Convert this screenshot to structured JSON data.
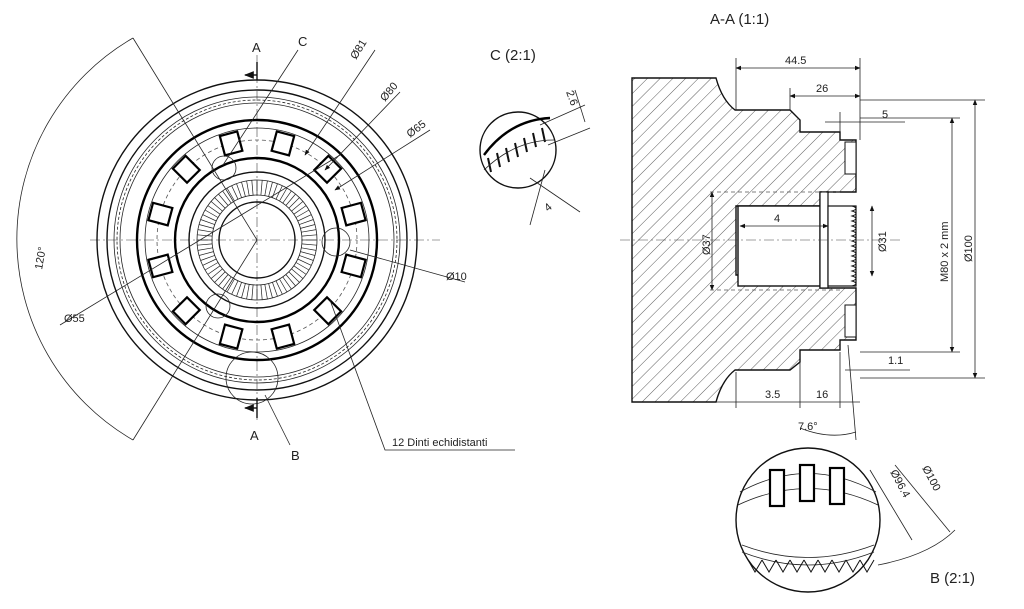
{
  "front_view": {
    "section_mark_a_top": "A",
    "section_mark_a_bottom": "A",
    "detail_mark_c": "C",
    "detail_mark_b": "B",
    "dia_81": "Ø81",
    "dia_80": "Ø80",
    "dia_65": "Ø65",
    "dia_55": "Ø55",
    "dia_10": "Ø10",
    "angle_120": "120°",
    "teeth_note": "12 Dinti echidistanti"
  },
  "detail_c": {
    "title": "C (2:1)",
    "dim_2_6": "2.6",
    "dim_4": "4"
  },
  "section_aa": {
    "title": "A-A (1:1)",
    "dim_44_5": "44.5",
    "dim_26": "26",
    "dim_5": "5",
    "dim_4": "4",
    "dia_37": "Ø37",
    "dia_31": "Ø31",
    "thread": "M80 x 2 mm",
    "dia_100": "Ø100",
    "dim_1_1": "1.1",
    "dim_3_5": "3.5",
    "dim_16": "16",
    "angle_7_6": "7.6°"
  },
  "detail_b": {
    "title": "B (2:1)",
    "dia_96_4": "Ø96.4",
    "dia_100": "Ø100"
  }
}
